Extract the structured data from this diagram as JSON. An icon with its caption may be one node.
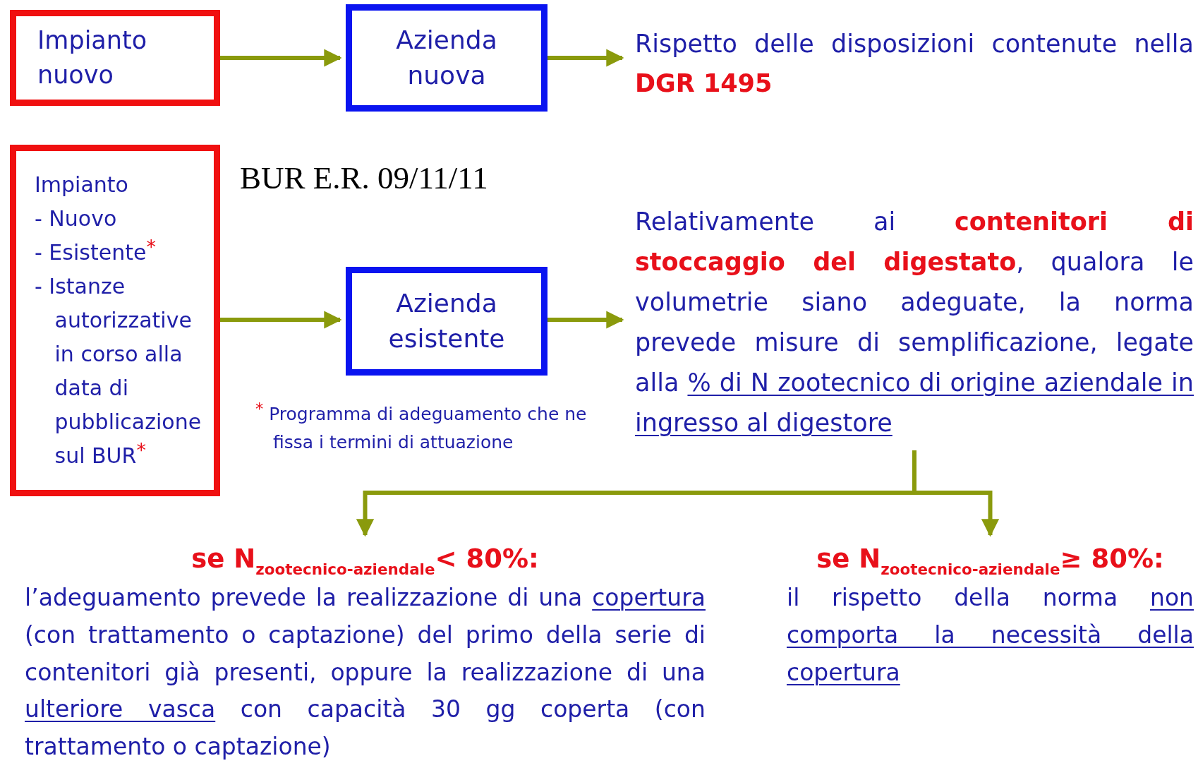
{
  "diagram": {
    "nodes": [
      {
        "text": [
          "Impianto nuovo"
        ]
      },
      {
        "text": [
          "Azienda nuova"
        ]
      },
      {
        "text": [
          "Rispetto delle disposizioni contenute nella **DGR 1495**"
        ]
      },
      {
        "text": [
          "Impianto",
          "- Nuovo",
          "- Esistente$^{*}$",
          "- Istanze autorizzative in corso alla data di pubblicazione sul BUR$^{*}$"
        ]
      },
      {
        "text": [
          "Azienda esistente"
        ]
      },
      {
        "text": [
          "Relativamente ai **contenitori di stoccaggio del digestato**, qualora le volumetrie siano adeguate, la norma prevede misure di semplificazione, legate alla *% di N zootecnico di origine aziendale in ingresso al digestore*"
        ]
      },
      {
        "text": [
          "se N$_{zootecnico-aziendale}$< 80%:",
          "l’adeguamento prevede la realizzazione di una *copertura* (con trattamento o captazione) del primo della serie di contenitori già presenti, oppure la realizzazione di una *ulteriore vasca* con capacità 30 gg coperta (con trattamento o captazione)"
        ]
      },
      {
        "text": [
          "se N$_{zootecnico-aziendale}$≥ 80%:",
          "il rispetto della norma *non comporta la necessità della copertura*"
        ]
      }
    ],
    "edges": [
      {
        "from": 0,
        "to": 1,
        "arrow": "to"
      },
      {
        "from": 1,
        "to": 2,
        "arrow": "to"
      },
      {
        "from": 3,
        "to": 4,
        "arrow": "to"
      },
      {
        "from": 4,
        "to": 5,
        "arrow": "to"
      },
      {
        "from": 5,
        "to": 6,
        "arrow": "to"
      },
      {
        "from": 5,
        "to": 7,
        "arrow": "to"
      }
    ],
    "labels": [
      "BUR E.R. 09/11/11",
      "$^{*}$ Programma di adeguamento che ne fissa i termini di attuazione"
    ]
  }
}
